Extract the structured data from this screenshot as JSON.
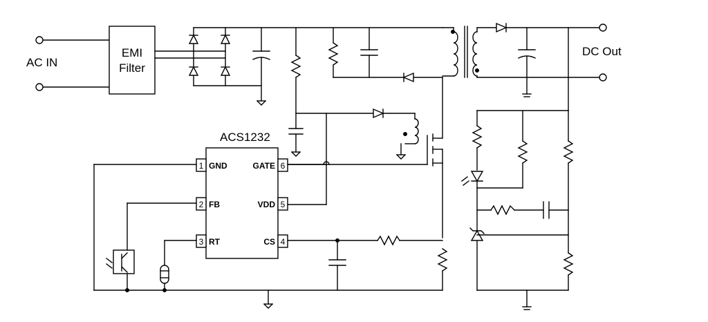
{
  "labels": {
    "ac_in": "AC IN",
    "emi_line1": "EMI",
    "emi_line2": "Filter",
    "dc_out": "DC Out",
    "ic_name": "ACS1232"
  },
  "pins": [
    {
      "num": "1",
      "name": "GND"
    },
    {
      "num": "2",
      "name": "FB"
    },
    {
      "num": "3",
      "name": "RT"
    },
    {
      "num": "6",
      "name": "GATE"
    },
    {
      "num": "5",
      "name": "VDD"
    },
    {
      "num": "4",
      "name": "CS"
    }
  ]
}
